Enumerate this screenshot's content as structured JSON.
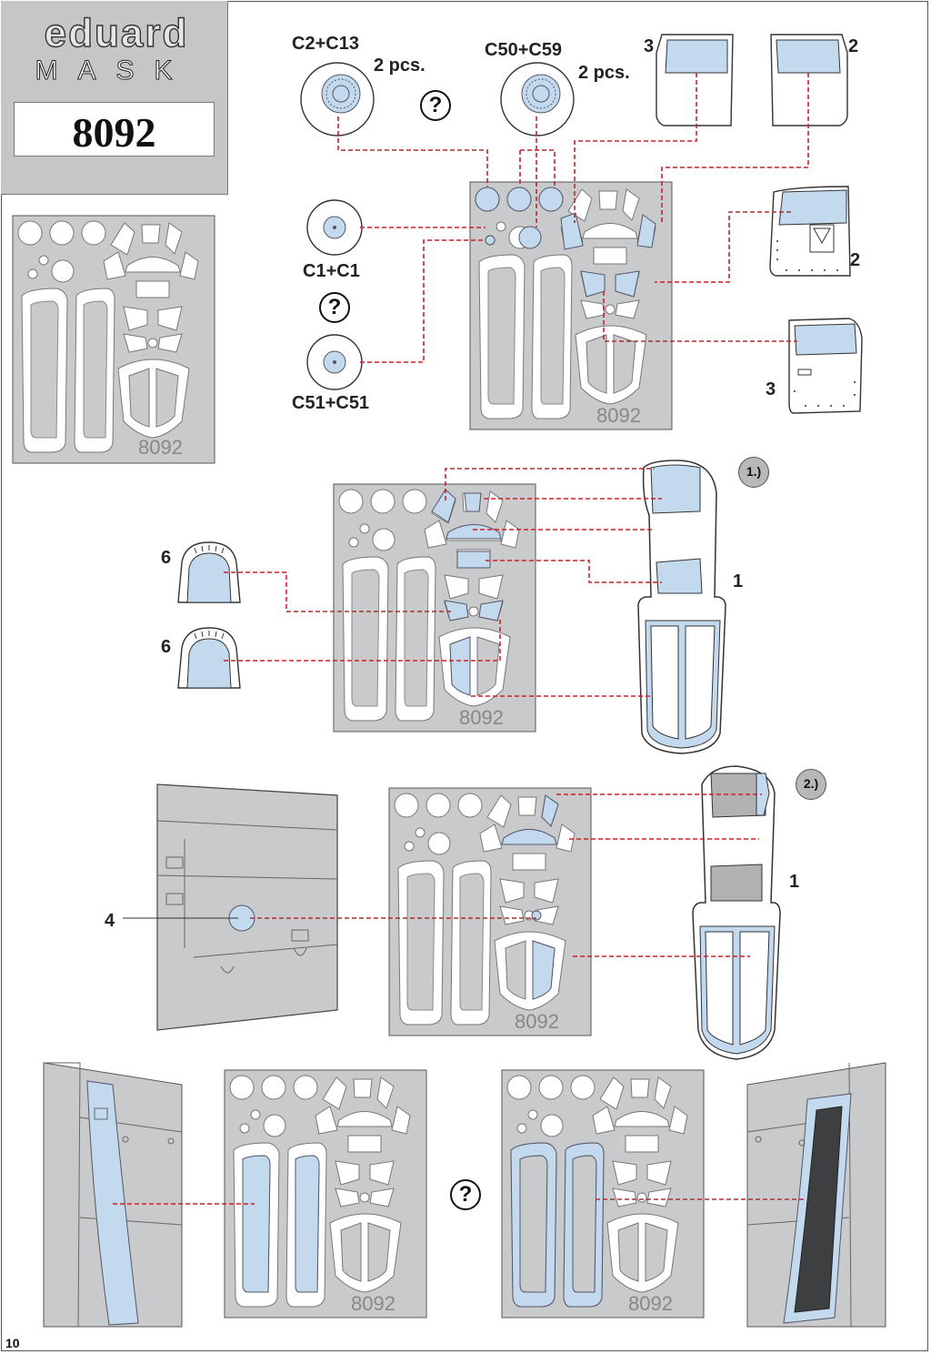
{
  "brand": {
    "name": "eduard",
    "product": "MASK",
    "code": "8092"
  },
  "sheet_code": "8092",
  "page_number": "10",
  "labels": {
    "c2c13": "C2+C13",
    "pcs_a": "2 pcs.",
    "c50c59": "C50+C59",
    "pcs_b": "2 pcs.",
    "c1c1": "C1+C1",
    "c51c51": "C51+C51",
    "n3a": "3",
    "n2a": "2",
    "n2b": "2",
    "n3b": "3",
    "n6a": "6",
    "n6b": "6",
    "n1a": "1",
    "n1b": "1",
    "n4": "4"
  },
  "steps": {
    "s1": "1.)",
    "s2": "2.)"
  },
  "question_mark": "?",
  "colors": {
    "mask_blue": "#c3d9ee",
    "sheet_grey": "#c9cacc",
    "guide_red": "#c0262c",
    "outline": "#333333"
  }
}
